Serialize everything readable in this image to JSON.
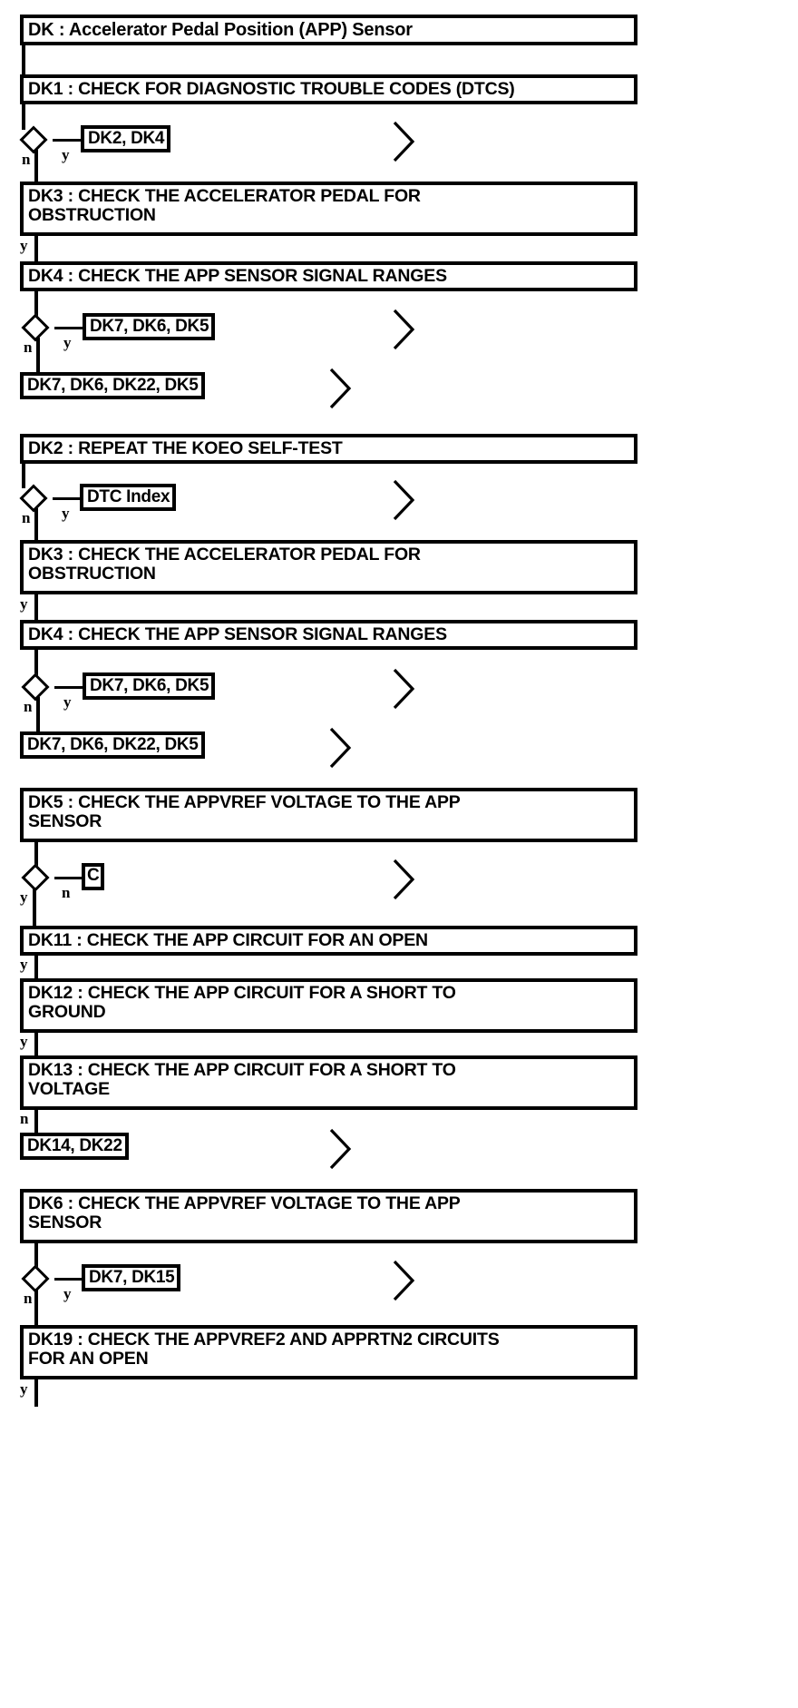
{
  "document": {
    "kind": "diagnostic-flowchart",
    "title": "DK : Accelerator Pedal Position (APP) Sensor"
  },
  "labels": {
    "yes": "y",
    "no": "n"
  },
  "icons": {
    "chevron": "chevron-right-icon",
    "decision": "decision-diamond-icon"
  },
  "steps": {
    "dk_title": "DK : Accelerator Pedal Position (APP) Sensor",
    "dk1": "DK1 : CHECK FOR DIAGNOSTIC TROUBLE CODES (DTCS)",
    "dk3_a_l1": "DK3 : CHECK THE ACCELERATOR PEDAL FOR",
    "dk3_a_l2": "OBSTRUCTION",
    "dk4_a": "DK4 : CHECK THE APP SENSOR SIGNAL RANGES",
    "dk2": "DK2 : REPEAT THE KOEO SELF-TEST",
    "dk3_b_l1": "DK3 : CHECK THE ACCELERATOR PEDAL FOR",
    "dk3_b_l2": "OBSTRUCTION",
    "dk4_b": "DK4 : CHECK THE APP SENSOR SIGNAL RANGES",
    "dk5_l1": "DK5 : CHECK THE APPVREF VOLTAGE TO THE APP",
    "dk5_l2": "SENSOR",
    "dk11": "DK11 : CHECK THE APP CIRCUIT FOR AN OPEN",
    "dk12_l1": "DK12 : CHECK THE APP CIRCUIT FOR A SHORT TO",
    "dk12_l2": "GROUND",
    "dk13_l1": "DK13 : CHECK THE APP CIRCUIT FOR A SHORT TO",
    "dk13_l2": "VOLTAGE",
    "dk6_l1": "DK6 : CHECK THE APPVREF VOLTAGE TO THE APP",
    "dk6_l2": "SENSOR",
    "dk19_l1": "DK19 : CHECK THE APPVREF2 AND APPRTN2 CIRCUITS",
    "dk19_l2": "FOR AN OPEN"
  },
  "refs": {
    "r1": "DK2, DK4",
    "r2": "DK7, DK6, DK5",
    "r3": "DK7, DK6, DK22, DK5",
    "r4": "DTC Index",
    "r5": "DK7, DK6, DK5",
    "r6": "DK7, DK6, DK22, DK5",
    "r7": "C",
    "r8": "DK14, DK22",
    "r9": "DK7, DK15"
  },
  "branches": {
    "b1_no": "n",
    "b1_yes": "y",
    "b2_yes": "y",
    "b3_no": "n",
    "b3_yes": "y",
    "b4_no": "n",
    "b4_yes": "y",
    "b5_yes": "y",
    "b6_no": "n",
    "b6_yes": "y",
    "b7_yes": "y",
    "b7_no": "n",
    "b8_yes": "y",
    "b9_yes": "y",
    "b10_no": "n",
    "b11_no": "n",
    "b11_yes": "y",
    "b12_yes": "y"
  },
  "colors": {
    "ink": "#000000",
    "paper": "#ffffff"
  }
}
